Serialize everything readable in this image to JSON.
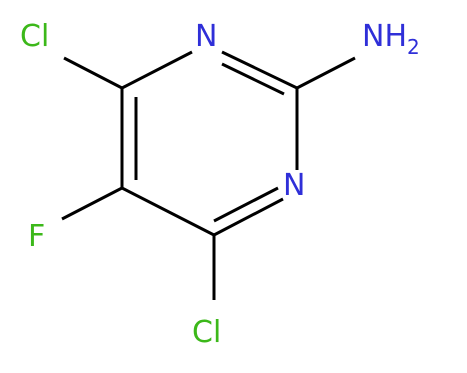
{
  "molecule": {
    "atoms": {
      "cl_top": {
        "label": "Cl"
      },
      "n_top": {
        "label": "N"
      },
      "nh2_main": {
        "label": "NH"
      },
      "nh2_sub": {
        "label": "2"
      },
      "n_bottom": {
        "label": "N"
      },
      "f": {
        "label": "F"
      },
      "cl_bottom": {
        "label": "Cl"
      }
    },
    "colors": {
      "bond": "#000000",
      "chlorine": "#3cb81a",
      "nitrogen": "#2f2fd8",
      "fluorine": "#3cb81a"
    }
  }
}
